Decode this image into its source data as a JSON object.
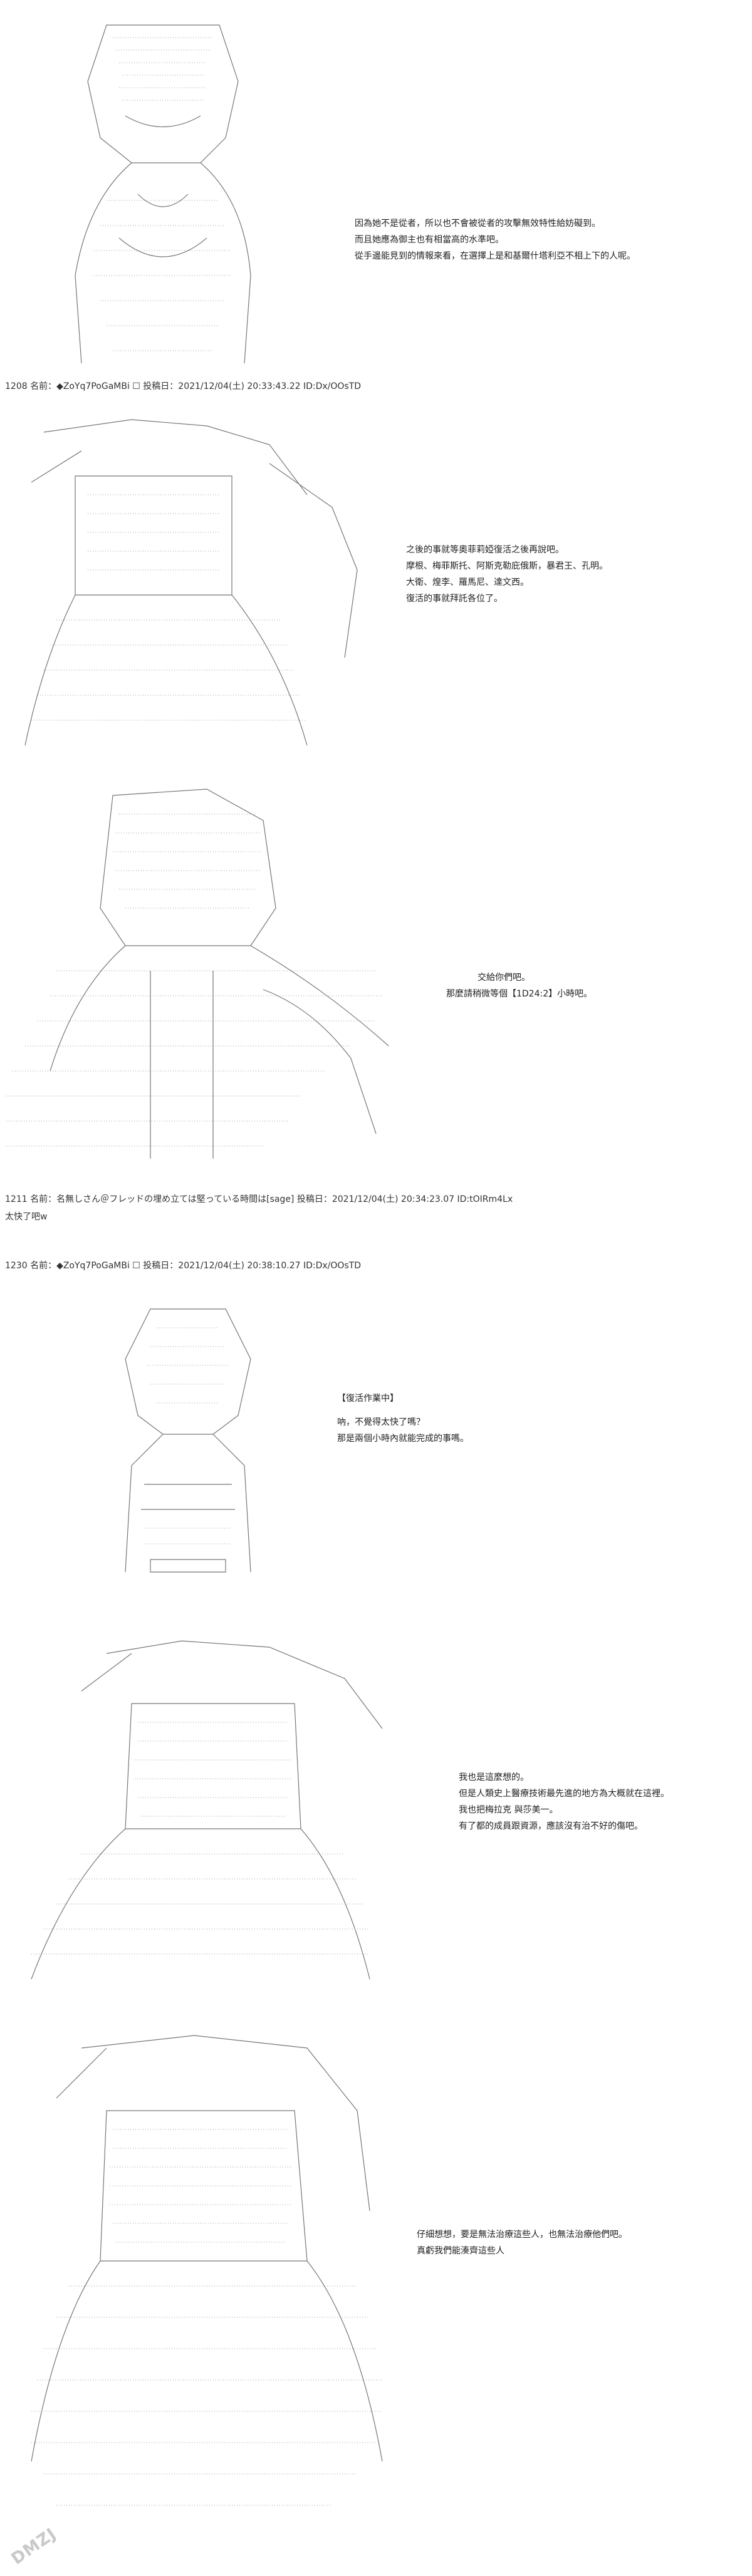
{
  "panels": [
    {
      "lines": [
        "因為她不是從者，所以也不會被從者的攻擊無效特性給妨礙到。",
        "而且她應為御主也有相當高的水準吧。",
        "從手邊能見到的情報來看，在選擇上是和基爾什塔利亞不相上下的人呢。"
      ]
    },
    {
      "header": "1208 名前：◆ZoYq7PoGaMBi ☐ 投稿日：2021/12/04(土) 20:33:43.22 ID:Dx/OOsTD",
      "lines": [
        "之後的事就等奧菲莉婭復活之後再說吧。",
        "摩根、梅菲斯托、阿斯克勒庇俄斯，暴君王、孔明。",
        "大衛、煌李、羅馬尼、達文西。",
        "復活的事就拜託各位了。"
      ]
    },
    {
      "lines": [
        "交給你們吧。",
        "那麼請稍微等個【1D24:2】小時吧。"
      ]
    },
    {
      "header": "1211 名前：名無しさん＠フレッドの埋め立ては堅っている時間は[sage] 投稿日：2021/12/04(土) 20:34:23.07 ID:tOIRm4Lx",
      "body": "太快了吧w"
    },
    {
      "header": "1230 名前：◆ZoYq7PoGaMBi ☐ 投稿日：2021/12/04(土) 20:38:10.27 ID:Dx/OOsTD"
    },
    {
      "lines": [
        "【復活作業中】",
        "吶，不覺得太快了嗎？",
        "那是兩個小時內就能完成的事嗎。"
      ]
    },
    {
      "lines": [
        "我也是這麼想的。",
        "但是人類史上醫療技術最先進的地方為大概就在這裡。",
        "我也把梅拉克 與莎美一。",
        "有了都的成員跟資源，應該沒有治不好的傷吧。"
      ]
    },
    {
      "lines": [
        "仔細想想，要是無法治療這些人，也無法治療他們吧。",
        "真虧我們能湊齊這些人"
      ]
    }
  ],
  "watermark": "DMZJ",
  "icons": [
    "aa-figure-illustration",
    "site-watermark-icon"
  ]
}
